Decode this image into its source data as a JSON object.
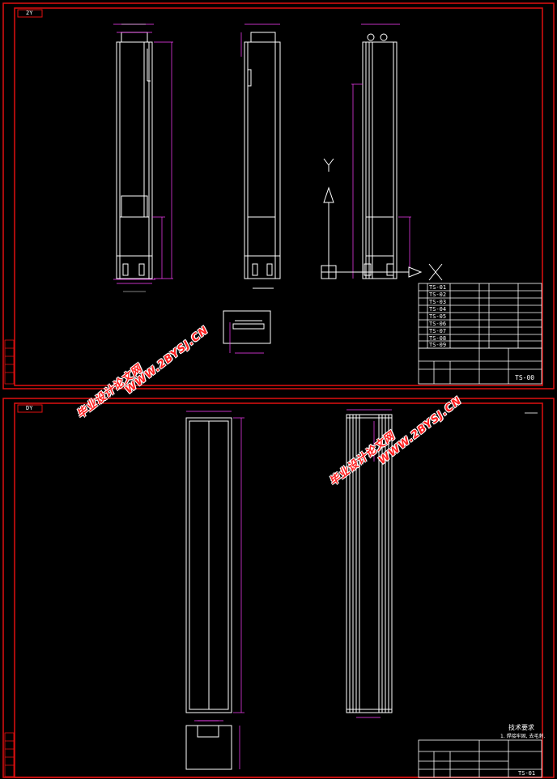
{
  "sheet1": {
    "corner_tag": "2Y",
    "title_block": {
      "drawing_no": "TS-00",
      "parts": [
        "TS-01",
        "TS-02",
        "TS-03",
        "TS-04",
        "TS-05",
        "TS-06",
        "TS-07",
        "TS-08",
        "TS-09"
      ]
    }
  },
  "sheet2": {
    "corner_tag": "DY",
    "tech_req_title": "技术要求",
    "tech_req_line": "1. 焊接牢固, 去毛刺.",
    "title_block": {
      "drawing_no": "TS-01"
    }
  },
  "watermark": {
    "cn": "毕业设计论文网",
    "url": "WWW.2BYSJ.CN"
  },
  "colors": {
    "border": "#e01010",
    "line": "#ffffff",
    "dim": "#ff40ff",
    "bg": "#000000"
  }
}
